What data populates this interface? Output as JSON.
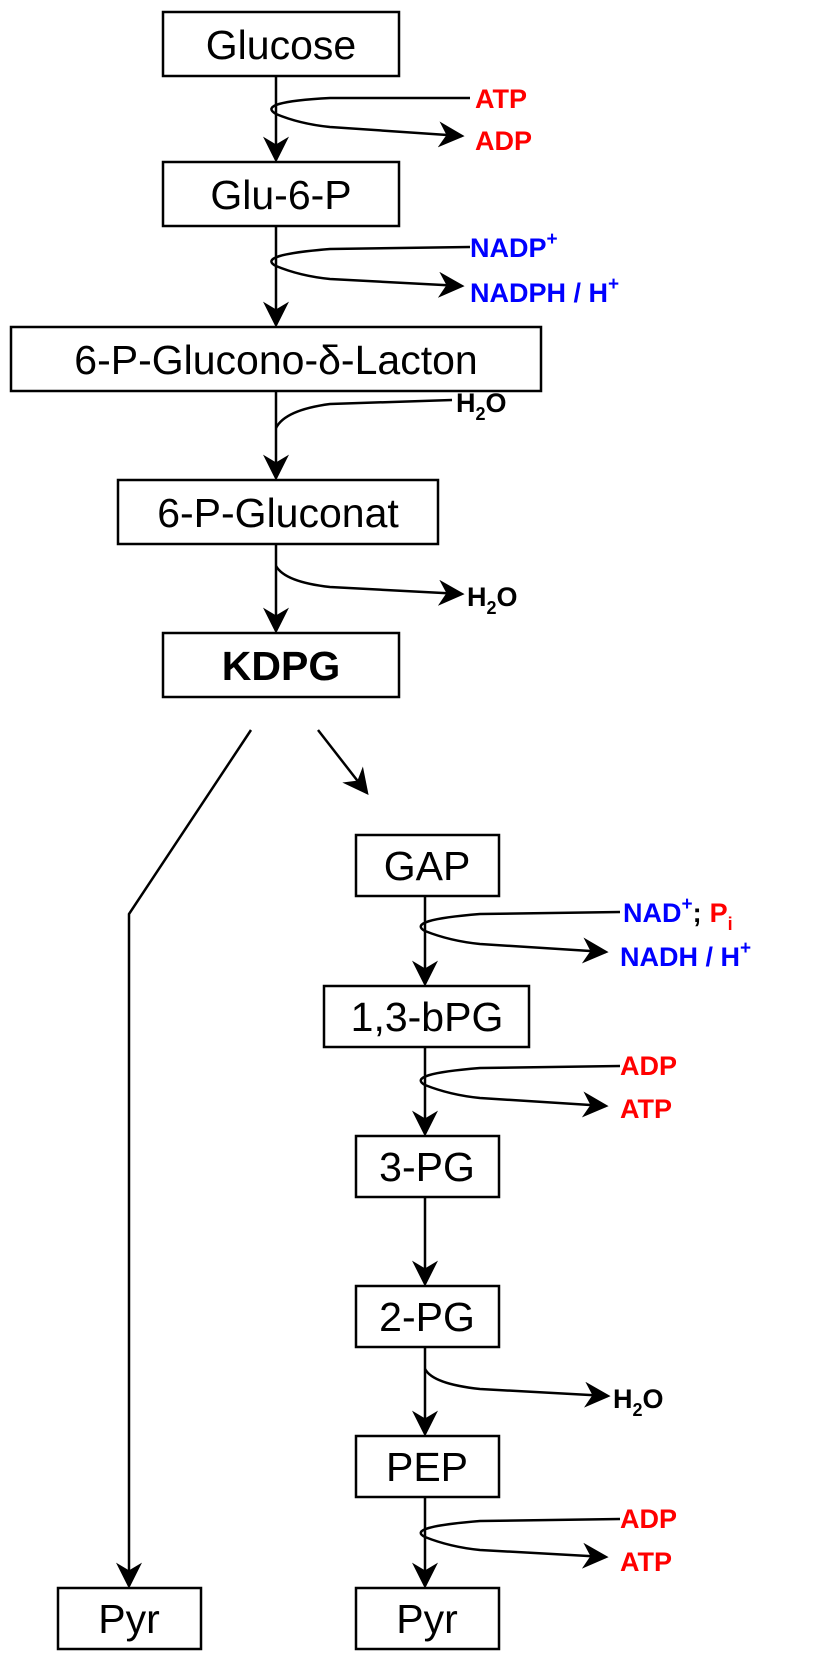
{
  "colors": {
    "red": "#ff0000",
    "blue": "#0000ff",
    "black": "#000000"
  },
  "metabolites": {
    "glucose": "Glucose",
    "glu6p": "Glu-6-P",
    "lacton": "6-P-Glucono-δ-Lacton",
    "gluconat": "6-P-Gluconat",
    "kdpg": "KDPG",
    "gap": "GAP",
    "bpg13": "1,3-bPG",
    "pg3": "3-PG",
    "pg2": "2-PG",
    "pep": "PEP",
    "pyr_left": "Pyr",
    "pyr_right": "Pyr"
  },
  "cofactors": {
    "atp_1": "ATP",
    "adp_1": "ADP",
    "nadp_plus": {
      "base": "NADP",
      "sup": "+"
    },
    "nadph_h": {
      "base": "NADPH / H",
      "sup": "+"
    },
    "h2o_1": {
      "base": "H",
      "sub": "2",
      "rest": "O"
    },
    "h2o_2": {
      "base": "H",
      "sub": "2",
      "rest": "O"
    },
    "nad_plus": {
      "base": "NAD",
      "sup": "+",
      "sep": ";"
    },
    "pi": {
      "base": "P",
      "sub": "i"
    },
    "nadh_h": {
      "base": "NADH / H",
      "sup": "+"
    },
    "adp_2": "ADP",
    "atp_2": "ATP",
    "h2o_3": {
      "base": "H",
      "sub": "2",
      "rest": "O"
    },
    "adp_3": "ADP",
    "atp_3": "ATP"
  }
}
